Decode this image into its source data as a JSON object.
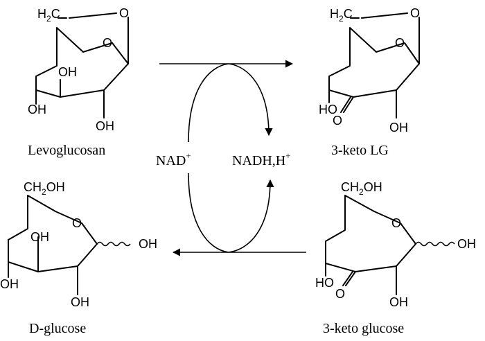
{
  "compounds": {
    "levoglucosan": {
      "name": "Levoglucosan",
      "atoms": {
        "ch2": "H",
        "ch2_sub": "2",
        "ch2_tail": "C",
        "bridge_o": "O",
        "ring_o": "O",
        "oh_a": "OH",
        "oh_b": "OH",
        "oh_c": "OH"
      }
    },
    "keto_lg": {
      "name": "3-keto LG",
      "atoms": {
        "ch2": "H",
        "ch2_sub": "2",
        "ch2_tail": "C",
        "bridge_o": "O",
        "ring_o": "O",
        "oh_a": "HO",
        "keto_o": "O",
        "oh_c": "OH"
      }
    },
    "d_glucose": {
      "name": "D-glucose",
      "atoms": {
        "ch2oh_head": "CH",
        "ch2oh_sub": "2",
        "ch2oh_tail": "OH",
        "ring_o": "O",
        "anomeric_oh": "OH",
        "oh_a": "OH",
        "oh_b": "OH",
        "oh_c": "OH"
      }
    },
    "keto_glucose": {
      "name": "3-keto glucose",
      "atoms": {
        "ch2oh_head": "CH",
        "ch2oh_sub": "2",
        "ch2oh_tail": "OH",
        "ring_o": "O",
        "anomeric_oh": "OH",
        "oh_a": "HO",
        "keto_o": "O",
        "oh_c": "OH"
      }
    }
  },
  "cofactors": {
    "nad": {
      "text": "NAD",
      "charge": "+"
    },
    "nadh": {
      "text": "NADH,H",
      "charge": "+"
    }
  }
}
